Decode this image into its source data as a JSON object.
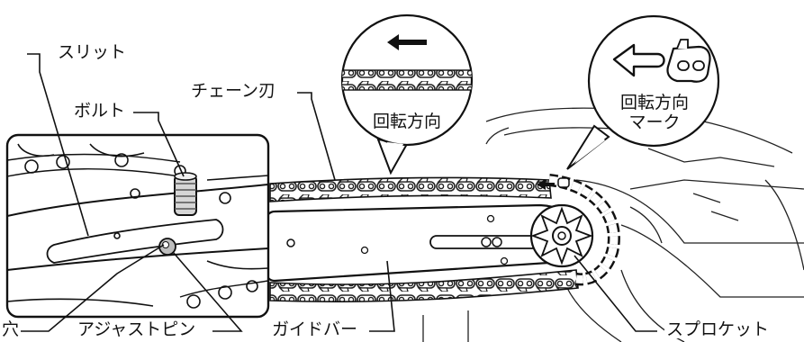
{
  "labels": {
    "slit": "スリット",
    "bolt": "ボルト",
    "chain_blade": "チェーン刃",
    "rotation_direction": "回転方向",
    "rotation_mark_line1": "回転方向",
    "rotation_mark_line2": "マーク",
    "hole": "穴",
    "adjust_pin": "アジャストピン",
    "guide_bar": "ガイドバー",
    "sprocket": "スプロケット"
  },
  "icons": {
    "direction_arrow": "left-arrow-solid",
    "mark_arrow": "left-arrow-outline",
    "chain_link": "chain-link"
  },
  "colors": {
    "line": "#1a1a1a",
    "fill": "#ffffff",
    "shade": "#bdbdbd"
  }
}
